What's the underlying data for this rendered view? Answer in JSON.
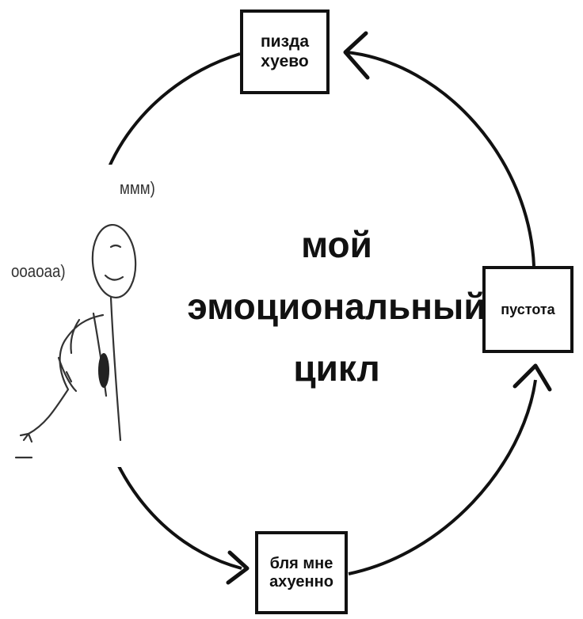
{
  "diagram": {
    "center_title": [
      "мой",
      "эмоциональный",
      "цикл"
    ],
    "nodes": {
      "top": [
        "пизда",
        "хуево"
      ],
      "right": [
        "пустота"
      ],
      "bottom": [
        "бля мне",
        "ахуенно"
      ]
    }
  },
  "comic": {
    "speech_1": "ммм)",
    "speech_2": "ооаоаа)"
  }
}
